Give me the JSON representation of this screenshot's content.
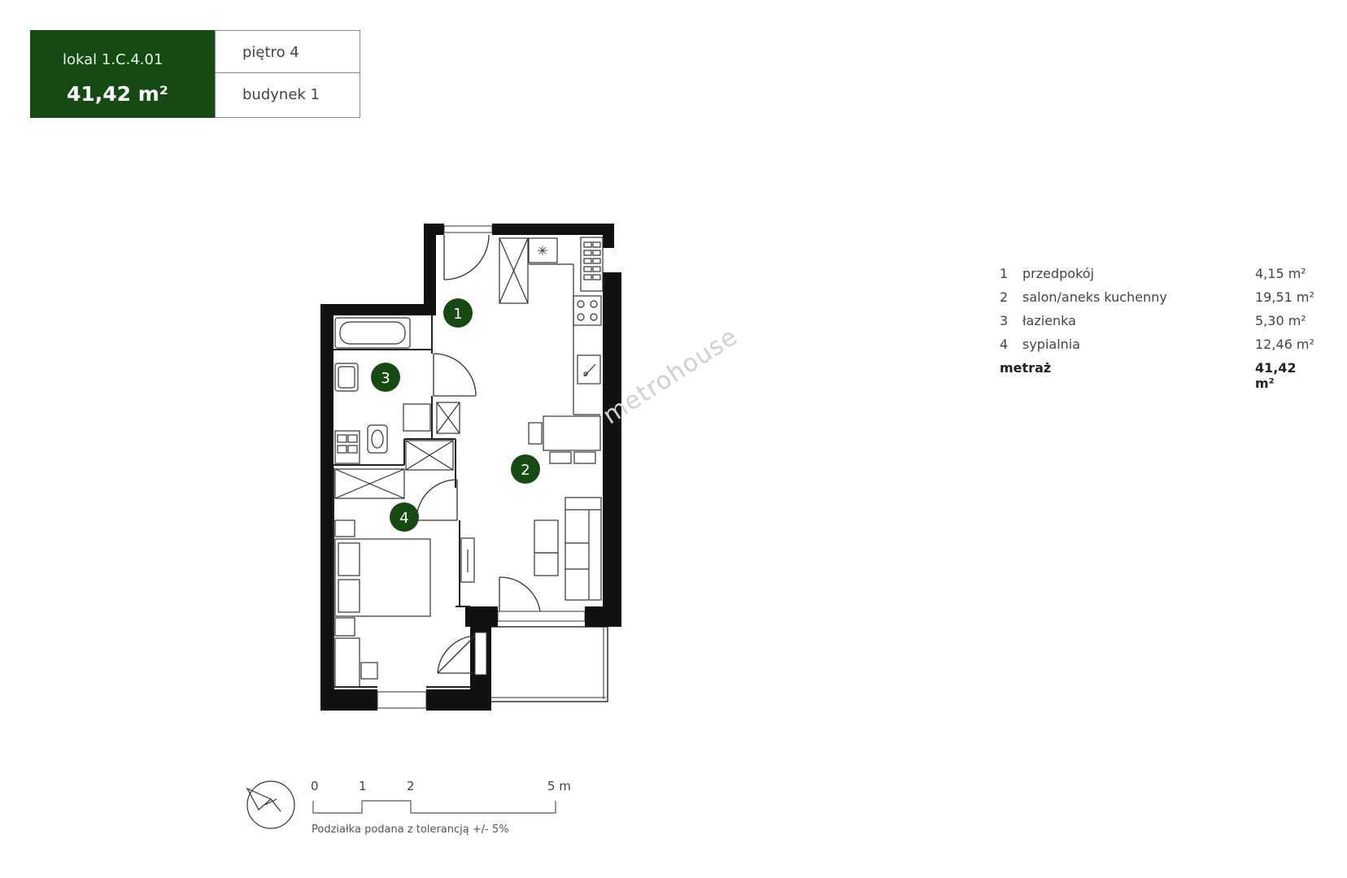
{
  "header": {
    "lokal": "lokal  1.C.4.01",
    "area": "41,42 m²",
    "floor": "piętro 4",
    "building": "budynek 1"
  },
  "rooms": [
    {
      "num": "1",
      "name": "przedpokój",
      "area": "4,15 m²"
    },
    {
      "num": "2",
      "name": "salon/aneks kuchenny",
      "area": "19,51 m²"
    },
    {
      "num": "3",
      "name": "łazienka",
      "area": "5,30 m²"
    },
    {
      "num": "4",
      "name": "sypialnia",
      "area": "12,46 m²"
    }
  ],
  "total": {
    "label": "metraż",
    "area": "41,42 m²"
  },
  "watermark": "metrohouse",
  "scale": {
    "ticks": [
      "0",
      "1",
      "2",
      "5 m"
    ],
    "note": "Podziałka podana z tolerancją +/- 5%"
  },
  "colors": {
    "accent": "#154b12",
    "wall": "#111111"
  },
  "icons": {
    "compass": "compass-icon"
  }
}
